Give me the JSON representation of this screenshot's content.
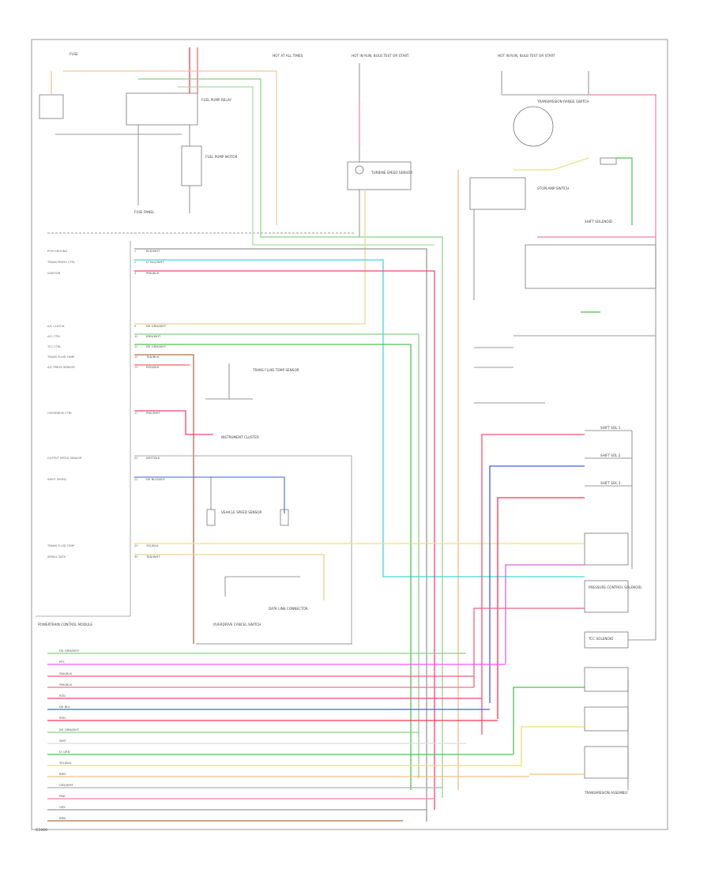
{
  "components": {
    "fuse_top": "FUSE",
    "hot_run_1": "HOT AT ALL TIMES",
    "hot_run_2": "HOT IN RUN, BULB TEST OR START",
    "hot_run_3": "HOT IN RUN, BULB TEST OR START",
    "fuse_panel": "FUSE PANEL",
    "pump_relay": "FUEL PUMP RELAY",
    "pump_motor": "FUEL PUMP MOTOR",
    "turbine_sensor": "TURBINE SPEED SENSOR",
    "range_switch": "TRANSMISSION RANGE SWITCH",
    "brake_switch": "STOPLAMP SWITCH",
    "shift_solenoid": "SHIFT SOLENOID",
    "pcm": "POWERTRAIN CONTROL MODULE",
    "solenoid_1": "SHIFT SOL 1",
    "solenoid_2": "SHIFT SOL 2",
    "solenoid_3": "SHIFT SOL 3",
    "pressure_sol": "PRESSURE CONTROL SOLENOID",
    "tcc_sol": "TCC SOLENOID",
    "trans_temp": "TRANS FLUID TEMP SENSOR",
    "overdrive": "OVERDRIVE CANCEL SWITCH",
    "instrument": "INSTRUMENT CLUSTER",
    "vss": "VEHICLE SPEED SENSOR",
    "data_link": "DATA LINK CONNECTOR",
    "transmission": "TRANSMISSION ASSEMBLY"
  },
  "pcm_pins": [
    {
      "n": "1",
      "label": "PCM GROUND",
      "wire": "BLK/WHT"
    },
    {
      "n": "2",
      "label": "TRANS PRESS CTRL",
      "wire": "LT BLU/WHT"
    },
    {
      "n": "3",
      "label": "IGNITION",
      "wire": "PNK/BLK"
    },
    {
      "n": "9",
      "label": "A/C CLUTCH",
      "wire": "DK GRN/WHT"
    },
    {
      "n": "10",
      "label": "A/C CTRL",
      "wire": "BRN/WHT"
    },
    {
      "n": "11",
      "label": "TCC CTRL",
      "wire": "DK GRN/WHT"
    },
    {
      "n": "12",
      "label": "TRANS FLUID TEMP",
      "wire": "TAN/BLK"
    },
    {
      "n": "13",
      "label": "A/C PRESS SENSOR",
      "wire": "RED/BLK"
    },
    {
      "n": "17",
      "label": "OVERDRIVE CTRL",
      "wire": "PNK/WHT"
    },
    {
      "n": "20",
      "label": "OUTPUT SPEED SENSOR",
      "wire": "WHT/BLK"
    },
    {
      "n": "22",
      "label": "INPUT SPEED",
      "wire": "DK BLU/WHT"
    },
    {
      "n": "29",
      "label": "TRANS FLUID TEMP",
      "wire": "YEL/BLK"
    },
    {
      "n": "30",
      "label": "SERIAL DATA",
      "wire": "TAN/WHT"
    }
  ],
  "bottom_wires": [
    "DK GRN/WHT",
    "PPL",
    "PNK/BLK",
    "PNK/BLK",
    "RED",
    "DK BLU",
    "RED",
    "DK GRN/WHT",
    "WHT",
    "LT GRN",
    "YEL/BLK",
    "BRN",
    "GRY/WHT",
    "PNK",
    "GRY",
    "BRN"
  ],
  "footer": "G1000"
}
